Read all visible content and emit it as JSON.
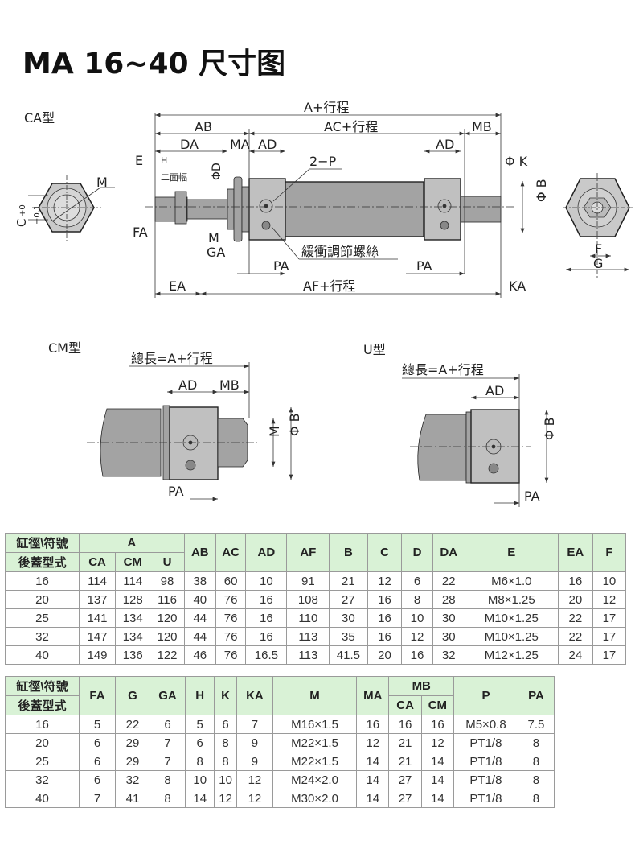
{
  "title": "MA 16~40 尺寸图",
  "drawing": {
    "ca_type": "CA型",
    "cm_type": "CM型",
    "u_type": "U型",
    "labels": {
      "a_stroke": "A+行程",
      "ab": "AB",
      "ac_stroke": "AC+行程",
      "mb": "MB",
      "da": "DA",
      "ma": "MA",
      "ad": "AD",
      "two_p": "2−P",
      "phi_k": "Φ K",
      "e": "E",
      "h": "H",
      "two_face": "二面幅",
      "phi_d": "ΦD",
      "m": "M",
      "phi_b": "Φ B",
      "fa": "FA",
      "ga": "GA",
      "pa": "PA",
      "cushion": "緩衝調節螺絲",
      "ea": "EA",
      "af_stroke": "AF+行程",
      "ka": "KA",
      "f": "F",
      "g": "G",
      "c_tol": "C",
      "c_plus": "+0",
      "c_minus": "−0.1",
      "total_len": "總長=A+行程"
    }
  },
  "table1": {
    "corner_top": "缸徑\\符號",
    "corner_bottom": "後蓋型式",
    "group_a": "A",
    "sub_a": [
      "CA",
      "CM",
      "U"
    ],
    "cols": [
      "AB",
      "AC",
      "AD",
      "AF",
      "B",
      "C",
      "D",
      "DA",
      "E",
      "EA",
      "F"
    ],
    "rows": [
      [
        "16",
        "114",
        "114",
        "98",
        "38",
        "60",
        "10",
        "91",
        "21",
        "12",
        "6",
        "22",
        "M6×1.0",
        "16",
        "10"
      ],
      [
        "20",
        "137",
        "128",
        "116",
        "40",
        "76",
        "16",
        "108",
        "27",
        "16",
        "8",
        "28",
        "M8×1.25",
        "20",
        "12"
      ],
      [
        "25",
        "141",
        "134",
        "120",
        "44",
        "76",
        "16",
        "110",
        "30",
        "16",
        "10",
        "30",
        "M10×1.25",
        "22",
        "17"
      ],
      [
        "32",
        "147",
        "134",
        "120",
        "44",
        "76",
        "16",
        "113",
        "35",
        "16",
        "12",
        "30",
        "M10×1.25",
        "22",
        "17"
      ],
      [
        "40",
        "149",
        "136",
        "122",
        "46",
        "76",
        "16.5",
        "113",
        "41.5",
        "20",
        "16",
        "32",
        "M12×1.25",
        "24",
        "17"
      ]
    ]
  },
  "table2": {
    "corner_top": "缸徑\\符號",
    "corner_bottom": "後蓋型式",
    "cols_before": [
      "FA",
      "G",
      "GA",
      "H",
      "K",
      "KA",
      "M",
      "MA"
    ],
    "group_mb": "MB",
    "sub_mb": [
      "CA",
      "CM"
    ],
    "cols_after": [
      "P",
      "PA"
    ],
    "rows": [
      [
        "16",
        "5",
        "22",
        "6",
        "5",
        "6",
        "7",
        "M16×1.5",
        "16",
        "16",
        "16",
        "M5×0.8",
        "7.5"
      ],
      [
        "20",
        "6",
        "29",
        "7",
        "6",
        "8",
        "9",
        "M22×1.5",
        "12",
        "21",
        "12",
        "PT1/8",
        "8"
      ],
      [
        "25",
        "6",
        "29",
        "7",
        "8",
        "8",
        "9",
        "M22×1.5",
        "14",
        "21",
        "14",
        "PT1/8",
        "8"
      ],
      [
        "32",
        "6",
        "32",
        "8",
        "10",
        "10",
        "12",
        "M24×2.0",
        "14",
        "27",
        "14",
        "PT1/8",
        "8"
      ],
      [
        "40",
        "7",
        "41",
        "8",
        "14",
        "12",
        "12",
        "M30×2.0",
        "14",
        "27",
        "14",
        "PT1/8",
        "8"
      ]
    ]
  },
  "colors": {
    "header_bg": "#d9f2d6",
    "body_gray": "#a3a3a3",
    "cap_gray": "#c9c9c9"
  }
}
